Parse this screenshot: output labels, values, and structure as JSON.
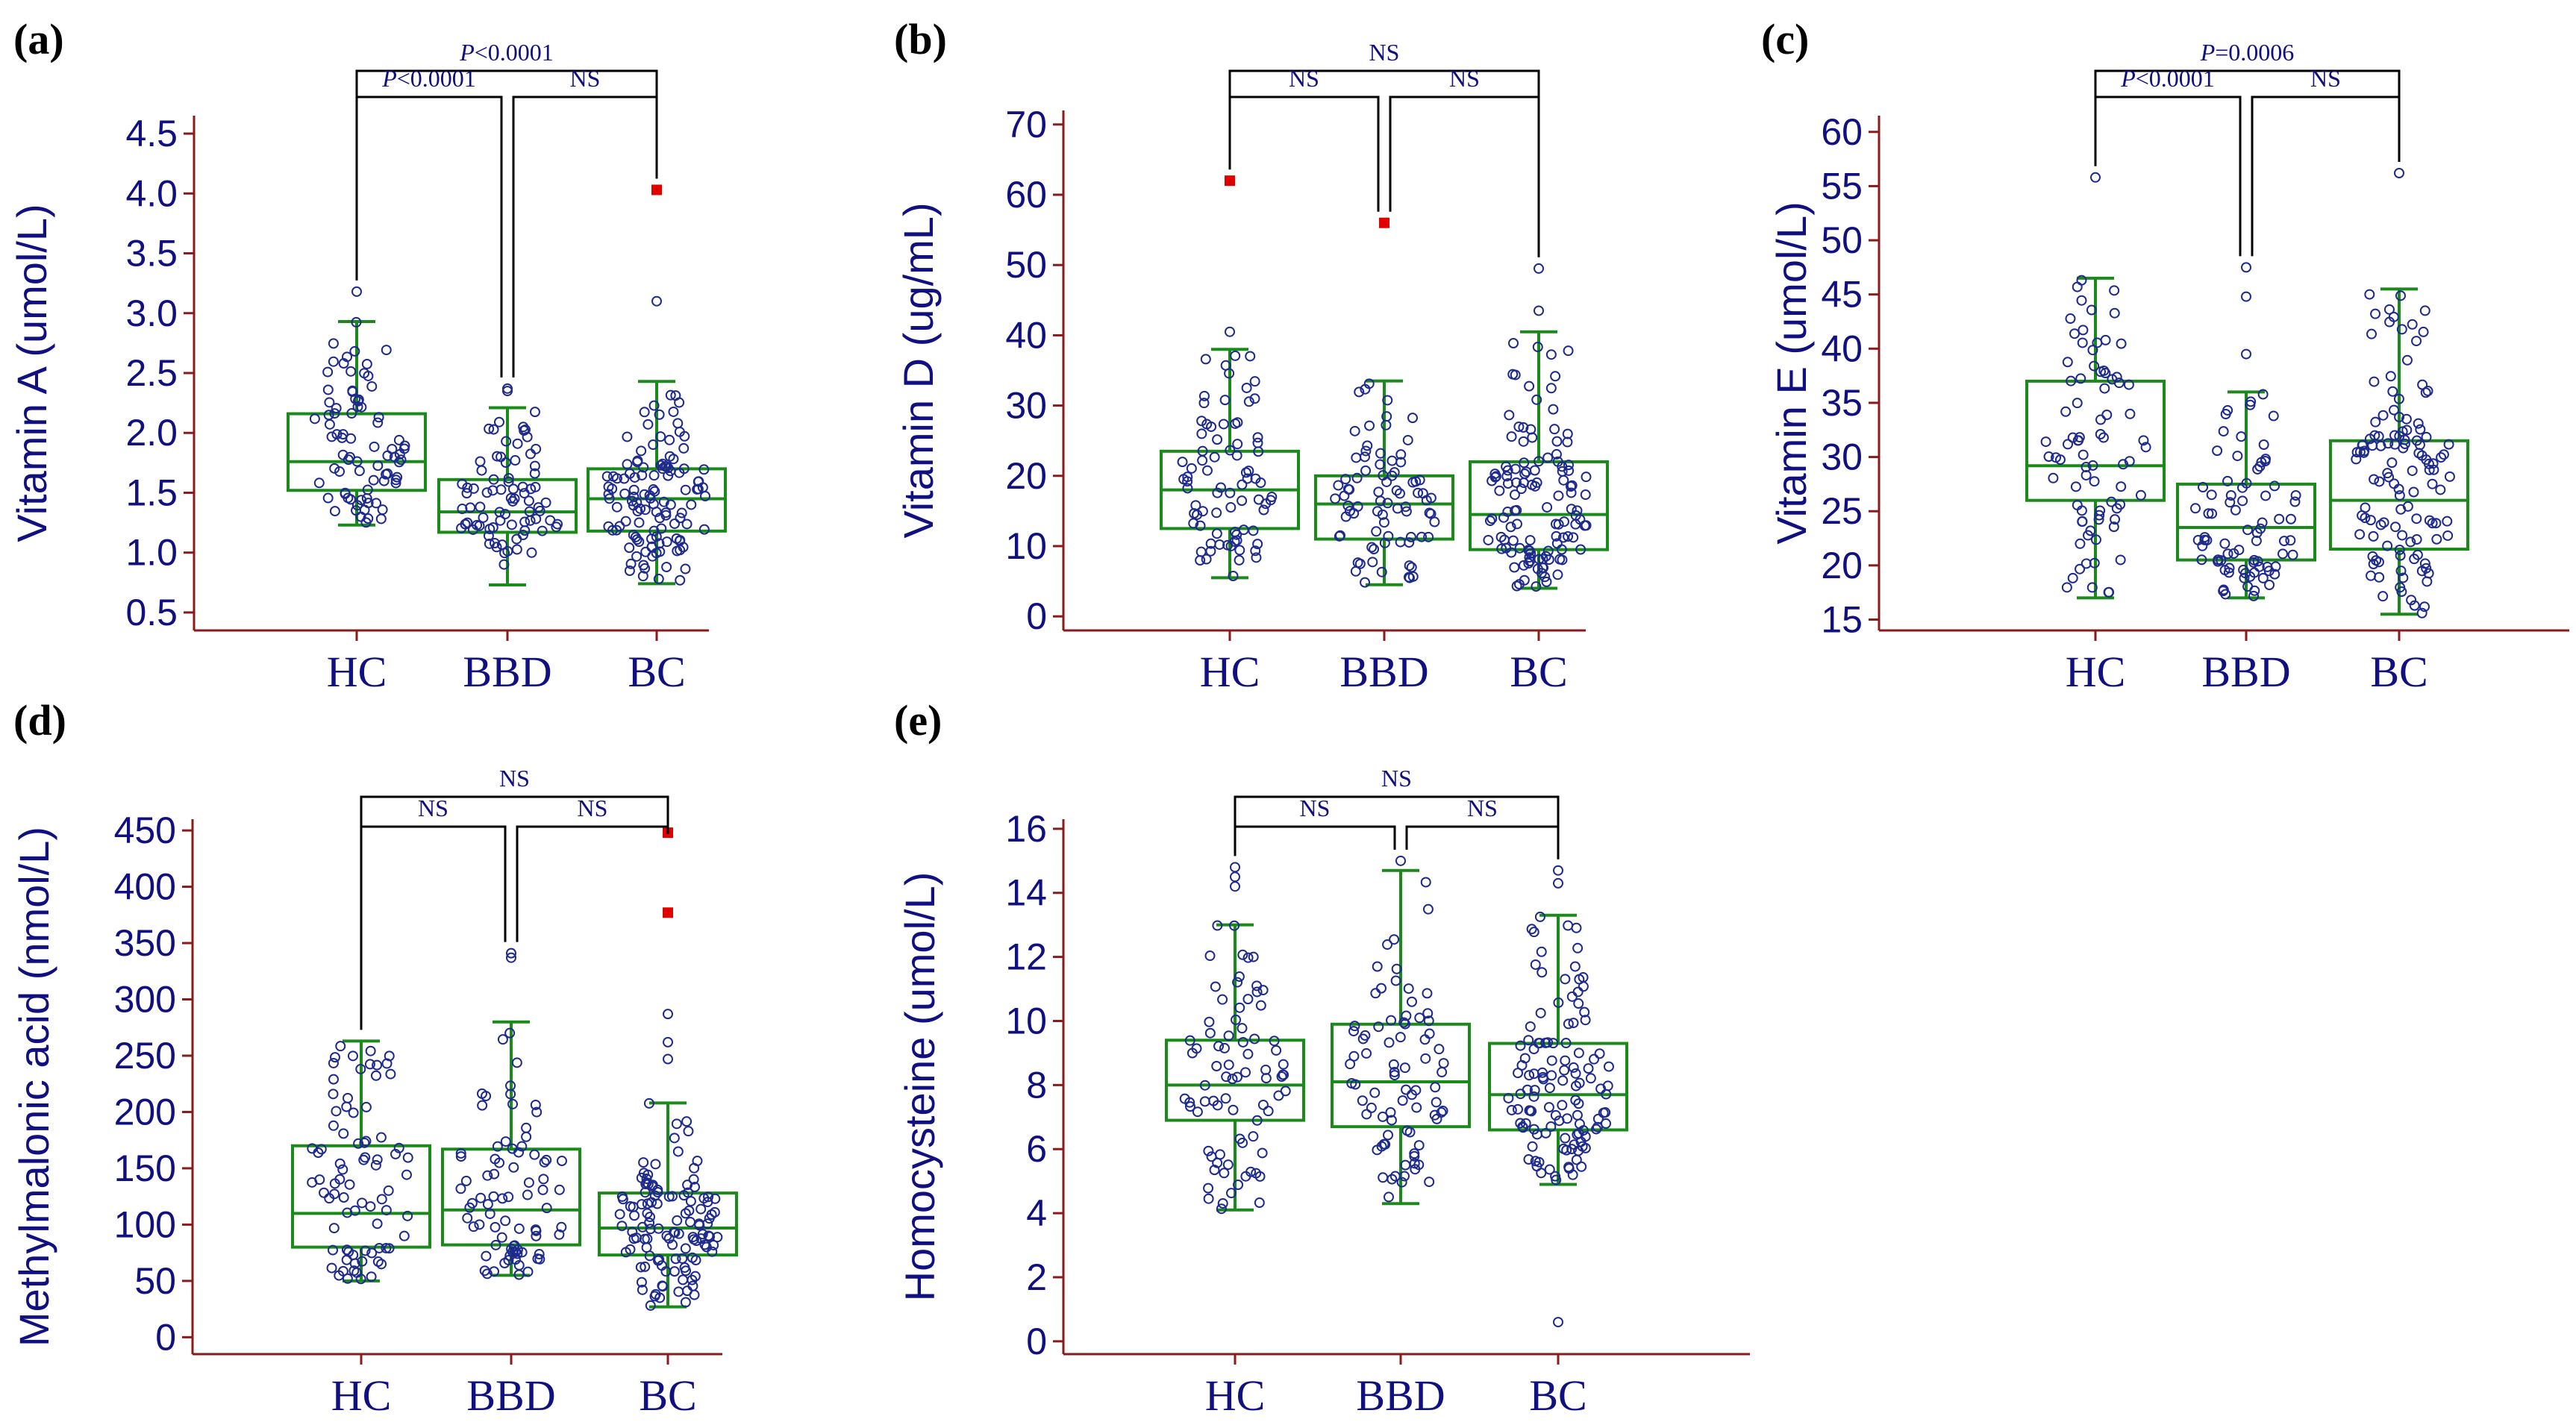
{
  "chart_data": [
    {
      "panel": "(a)",
      "type": "box",
      "ylabel": "Vitamin A (umol/L)",
      "categories": [
        "HC",
        "BBD",
        "BC"
      ],
      "ylim": [
        0.35,
        4.65
      ],
      "yticks": [
        0.5,
        1.0,
        1.5,
        2.0,
        2.5,
        3.0,
        3.5,
        4.0,
        4.5
      ],
      "tick_decimals": 1,
      "boxes": [
        {
          "category": "HC",
          "whisker_low": 1.23,
          "q1": 1.52,
          "median": 1.76,
          "q3": 2.16,
          "whisker_high": 2.93,
          "n": 80,
          "outliers": [
            3.18
          ],
          "extreme": []
        },
        {
          "category": "BBD",
          "whisker_low": 0.73,
          "q1": 1.17,
          "median": 1.34,
          "q3": 1.61,
          "whisker_high": 2.21,
          "n": 80,
          "outliers": [
            2.35,
            2.37
          ],
          "extreme": []
        },
        {
          "category": "BC",
          "whisker_low": 0.74,
          "q1": 1.18,
          "median": 1.45,
          "q3": 1.7,
          "whisker_high": 2.43,
          "n": 120,
          "outliers": [
            3.1
          ],
          "extreme": [
            4.03
          ]
        }
      ],
      "comparisons": [
        {
          "groups": [
            "HC",
            "BC"
          ],
          "label_prefix": "P",
          "label_rest": "<0.0001",
          "level": "top"
        },
        {
          "groups": [
            "HC",
            "BBD"
          ],
          "label_prefix": "P",
          "label_rest": "<0.0001",
          "level": "lower"
        },
        {
          "groups": [
            "BBD",
            "BC"
          ],
          "label_prefix": "",
          "label_rest": "NS",
          "level": "lower"
        }
      ]
    },
    {
      "panel": "(b)",
      "type": "box",
      "ylabel": "Vitamin D (ug/mL)",
      "categories": [
        "HC",
        "BBD",
        "BC"
      ],
      "ylim": [
        -2,
        72
      ],
      "yticks": [
        0,
        10,
        20,
        30,
        40,
        50,
        60,
        70
      ],
      "tick_decimals": 0,
      "boxes": [
        {
          "category": "HC",
          "whisker_low": 5.5,
          "q1": 12.5,
          "median": 18.0,
          "q3": 23.5,
          "whisker_high": 38.0,
          "n": 80,
          "outliers": [
            40.5
          ],
          "extreme": [
            62.0
          ]
        },
        {
          "category": "BBD",
          "whisker_low": 4.5,
          "q1": 11.0,
          "median": 16.0,
          "q3": 20.0,
          "whisker_high": 33.5,
          "n": 80,
          "outliers": [],
          "extreme": [
            56.0
          ]
        },
        {
          "category": "BC",
          "whisker_low": 4.0,
          "q1": 9.5,
          "median": 14.5,
          "q3": 22.0,
          "whisker_high": 40.5,
          "n": 120,
          "outliers": [
            43.5,
            49.5
          ],
          "extreme": []
        }
      ],
      "comparisons": [
        {
          "groups": [
            "HC",
            "BC"
          ],
          "label_prefix": "",
          "label_rest": "NS",
          "level": "top"
        },
        {
          "groups": [
            "HC",
            "BBD"
          ],
          "label_prefix": "",
          "label_rest": "NS",
          "level": "lower"
        },
        {
          "groups": [
            "BBD",
            "BC"
          ],
          "label_prefix": "",
          "label_rest": "NS",
          "level": "lower"
        }
      ]
    },
    {
      "panel": "(c)",
      "type": "box",
      "ylabel": "Vitamin E (umol/L)",
      "categories": [
        "HC",
        "BBD",
        "BC"
      ],
      "ylim": [
        14,
        61.5
      ],
      "yticks": [
        15,
        20,
        25,
        30,
        35,
        40,
        45,
        50,
        55,
        60
      ],
      "tick_decimals": 0,
      "boxes": [
        {
          "category": "HC",
          "whisker_low": 17.0,
          "q1": 26.0,
          "median": 29.2,
          "q3": 37.0,
          "whisker_high": 46.5,
          "n": 80,
          "outliers": [
            55.8
          ],
          "extreme": []
        },
        {
          "category": "BBD",
          "whisker_low": 17.0,
          "q1": 20.5,
          "median": 23.5,
          "q3": 27.5,
          "whisker_high": 36.0,
          "n": 80,
          "outliers": [
            39.5,
            44.8,
            47.5
          ],
          "extreme": []
        },
        {
          "category": "BC",
          "whisker_low": 15.5,
          "q1": 21.5,
          "median": 26.0,
          "q3": 31.5,
          "whisker_high": 45.5,
          "n": 120,
          "outliers": [
            56.2
          ],
          "extreme": []
        }
      ],
      "comparisons": [
        {
          "groups": [
            "HC",
            "BC"
          ],
          "label_prefix": "P",
          "label_rest": "=0.0006",
          "level": "top"
        },
        {
          "groups": [
            "HC",
            "BBD"
          ],
          "label_prefix": "P",
          "label_rest": "<0.0001",
          "level": "lower"
        },
        {
          "groups": [
            "BBD",
            "BC"
          ],
          "label_prefix": "",
          "label_rest": "NS",
          "level": "lower"
        }
      ]
    },
    {
      "panel": "(d)",
      "type": "box",
      "ylabel": "Methylmalonic acid (nmol/L)",
      "categories": [
        "HC",
        "BBD",
        "BC"
      ],
      "ylim": [
        -15,
        460
      ],
      "yticks": [
        0,
        50,
        100,
        150,
        200,
        250,
        300,
        350,
        400,
        450
      ],
      "tick_decimals": 0,
      "boxes": [
        {
          "category": "HC",
          "whisker_low": 50,
          "q1": 80,
          "median": 110,
          "q3": 170,
          "whisker_high": 263,
          "n": 80,
          "outliers": [],
          "extreme": []
        },
        {
          "category": "BBD",
          "whisker_low": 55,
          "q1": 82,
          "median": 113,
          "q3": 167,
          "whisker_high": 280,
          "n": 80,
          "outliers": [
            337,
            341
          ],
          "extreme": []
        },
        {
          "category": "BC",
          "whisker_low": 27,
          "q1": 73,
          "median": 97,
          "q3": 128,
          "whisker_high": 208,
          "n": 120,
          "outliers": [
            247,
            262,
            287
          ],
          "extreme": [
            377,
            448
          ]
        }
      ],
      "comparisons": [
        {
          "groups": [
            "HC",
            "BC"
          ],
          "label_prefix": "",
          "label_rest": "NS",
          "level": "top"
        },
        {
          "groups": [
            "HC",
            "BBD"
          ],
          "label_prefix": "",
          "label_rest": "NS",
          "level": "lower"
        },
        {
          "groups": [
            "BBD",
            "BC"
          ],
          "label_prefix": "",
          "label_rest": "NS",
          "level": "lower"
        }
      ]
    },
    {
      "panel": "(e)",
      "type": "box",
      "ylabel": "Homocysteine (umol/L)",
      "categories": [
        "HC",
        "BBD",
        "BC"
      ],
      "ylim": [
        -0.4,
        16.3
      ],
      "yticks": [
        0,
        2,
        4,
        6,
        8,
        10,
        12,
        14,
        16
      ],
      "tick_decimals": 0,
      "boxes": [
        {
          "category": "HC",
          "whisker_low": 4.1,
          "q1": 6.9,
          "median": 8.0,
          "q3": 9.4,
          "whisker_high": 13.0,
          "n": 80,
          "outliers": [
            14.2,
            14.5,
            14.8
          ],
          "extreme": []
        },
        {
          "category": "BBD",
          "whisker_low": 4.3,
          "q1": 6.7,
          "median": 8.1,
          "q3": 9.9,
          "whisker_high": 14.7,
          "n": 80,
          "outliers": [
            15.0
          ],
          "extreme": []
        },
        {
          "category": "BC",
          "whisker_low": 4.9,
          "q1": 6.6,
          "median": 7.7,
          "q3": 9.3,
          "whisker_high": 13.3,
          "n": 120,
          "outliers": [
            14.3,
            14.7,
            0.6
          ],
          "extreme": []
        }
      ],
      "comparisons": [
        {
          "groups": [
            "HC",
            "BC"
          ],
          "label_prefix": "",
          "label_rest": "NS",
          "level": "top"
        },
        {
          "groups": [
            "HC",
            "BBD"
          ],
          "label_prefix": "",
          "label_rest": "NS",
          "level": "lower"
        },
        {
          "groups": [
            "BBD",
            "BC"
          ],
          "label_prefix": "",
          "label_rest": "NS",
          "level": "lower"
        }
      ]
    }
  ],
  "colors": {
    "box": "#1a8a1a",
    "points": "#1e2a8c",
    "axis": "#8b1a1a",
    "text": "#101080",
    "bracket": "#000000",
    "extreme": "#e00000"
  }
}
